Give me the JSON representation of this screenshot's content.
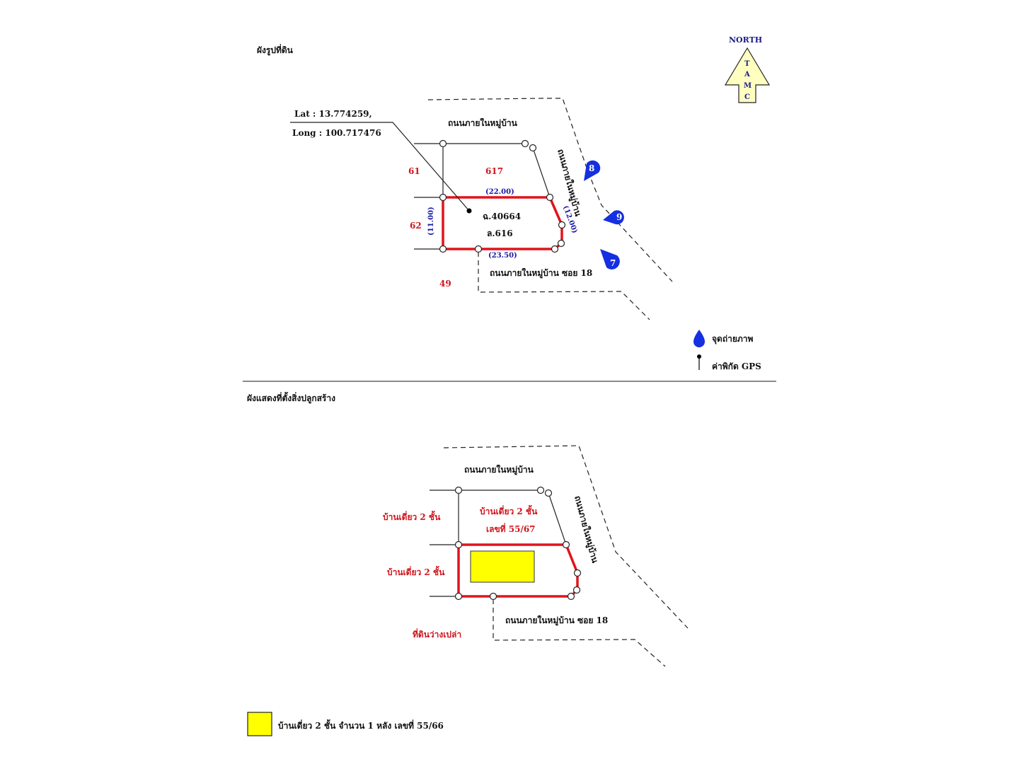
{
  "top_section": {
    "title": "ผังรูปที่ดิน",
    "lat": "Lat :  13.774259,",
    "long": "Long : 100.717476",
    "road_north": "ถนนภายในหมู่บ้าน",
    "road_east": "ถนนภายในหมู่บ้าน",
    "road_south": "ถนนภายในหมู่บ้าน ซอย 18",
    "parcels": {
      "n": "617",
      "nw": "61",
      "w": "62",
      "sw": "49"
    },
    "deed": "ฉ.40664",
    "lot": "ล.616",
    "dims": {
      "top": "(22.00)",
      "left": "(11.00)",
      "right": "(12.00)",
      "bottom": "(23.50)"
    },
    "photo_points": [
      "8",
      "9",
      "7"
    ]
  },
  "north_arrow": {
    "label": "NORTH",
    "letters": [
      "T",
      "A",
      "M",
      "C"
    ]
  },
  "legend": {
    "photo_point": "จุดถ่ายภาพ",
    "gps": "ค่าพิกัด GPS"
  },
  "bottom_section": {
    "title": "ผังแสดงที่ตั้งสิ่งปลูกสร้าง",
    "road_north": "ถนนภายในหมู่บ้าน",
    "road_east": "ถนนภายในหมู่บ้าน",
    "road_south": "ถนนภายในหมู่บ้าน ซอย 18",
    "n_label1": "บ้านเดี่ยว 2 ชั้น",
    "n_label2": "เลขที่ 55/67",
    "nw_label": "บ้านเดี่ยว 2 ชั้น",
    "w_label": "บ้านเดี่ยว 2 ชั้น",
    "sw_label": "ที่ดินว่างเปล่า"
  },
  "building_legend": {
    "text": "บ้านเดี่ยว 2 ชั้น จำนวน 1 หลัง เลขที่ 55/66",
    "color": "#ffff00"
  }
}
